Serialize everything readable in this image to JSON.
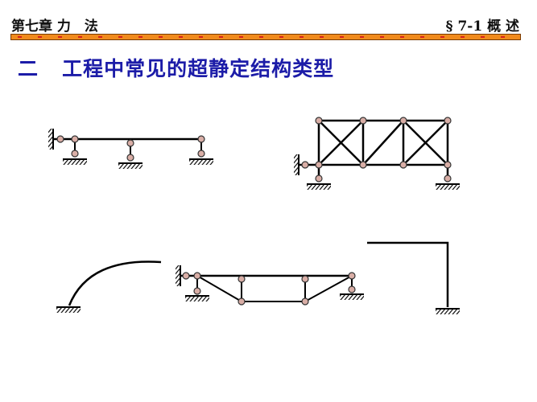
{
  "header": {
    "chapter": "第七章 力　法",
    "section": "§ 7-1 概 述"
  },
  "title": {
    "number": "二",
    "text": "工程中常见的超静定结构类型"
  },
  "colors": {
    "title": "#1c1ca8",
    "bar": "#f08a1c",
    "bar_dash": "#d62020",
    "node_fill": "#d9aea6"
  },
  "diagrams": [
    "continuous-beam",
    "truss",
    "arch",
    "trussed-beam",
    "rigid-frame"
  ]
}
